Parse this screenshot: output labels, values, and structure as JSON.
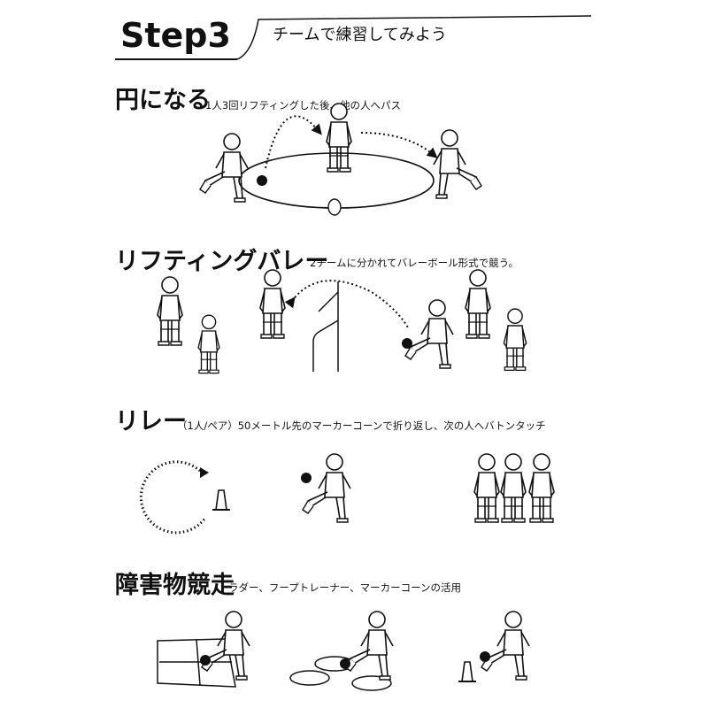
{
  "header": {
    "step": "Step3",
    "subtitle": "チームで練習してみよう"
  },
  "sections": [
    {
      "title": "円になる",
      "description": "1人3回リフティングした後、他の人へパス"
    },
    {
      "title": "リフティングバレー",
      "description": "2チームに分かれてバレーボール形式で競う。"
    },
    {
      "title": "リレー",
      "description": "（1人/ペア）50メートル先のマーカーコーンで折り返し、次の人へバトンタッチ"
    },
    {
      "title": "障害物競走",
      "description": "ラダー、フープトレーナー、マーカーコーンの活用"
    }
  ]
}
